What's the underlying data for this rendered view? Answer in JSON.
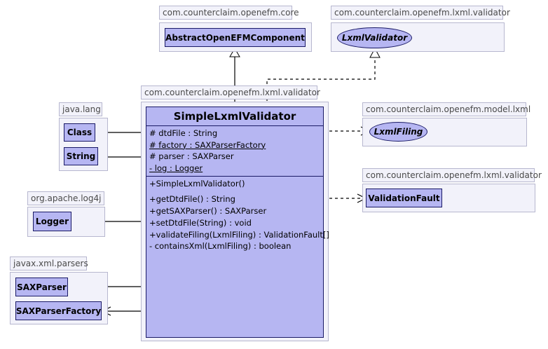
{
  "packages": {
    "core": "com.counterclaim.openefm.core",
    "lxml_validator_top": "com.counterclaim.openefm.lxml.validator",
    "lxml_validator_main": "com.counterclaim.openefm.lxml.validator",
    "java_lang": "java.lang",
    "model_lxml": "com.counterclaim.openefm.model.lxml",
    "lxml_validator_right": "com.counterclaim.openefm.lxml.validator",
    "log4j": "org.apache.log4j",
    "xml_parsers": "javax.xml.parsers"
  },
  "classes": {
    "abstract_component": "AbstractOpenEFMComponent",
    "lxml_validator": "LxmlValidator",
    "class": "Class",
    "string": "String",
    "lxml_filing": "LxmlFiling",
    "validation_fault": "ValidationFault",
    "logger": "Logger",
    "sax_parser": "SAXParser",
    "sax_parser_factory": "SAXParserFactory"
  },
  "main_class": {
    "name": "SimpleLxmlValidator",
    "attributes": [
      "# dtdFile : String",
      "# factory : SAXParserFactory",
      "# parser : SAXParser",
      "- log : Logger"
    ],
    "constructors": [
      "+SimpleLxmlValidator()"
    ],
    "operations": [
      "+getDtdFile() : String",
      "+getSAXParser() : SAXParser",
      "+setDtdFile(String) : void",
      "+validateFiling(LxmlFiling) : ValidationFault[]",
      "- containsXml(LxmlFiling) : boolean"
    ]
  }
}
